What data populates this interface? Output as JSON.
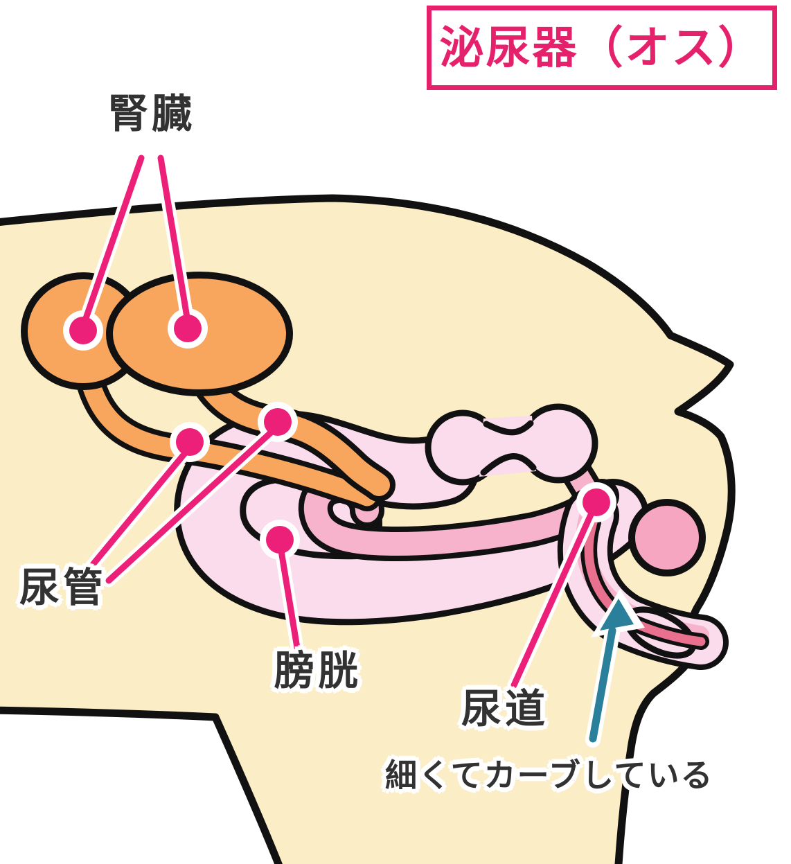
{
  "title": {
    "text": "泌尿器（オス）"
  },
  "labels": {
    "kidney": "腎臓",
    "ureter": "尿管",
    "bladder": "膀胱",
    "urethra": "尿道",
    "urethra_note": "細くてカーブしている"
  },
  "colors": {
    "outline": "#111111",
    "body_cream": "#fbedc6",
    "kidney_orange": "#f8a55e",
    "organ_light_pink": "#fadcec",
    "tube_pink": "#f7b3cb",
    "core_rose": "#e9718f",
    "testis_pink": "#f7a6c1",
    "callout_magenta": "#ed2079",
    "arrow_teal": "#2a7f9b",
    "title_pink": "#e6216b",
    "label_ink": "#323232"
  },
  "icons": {
    "callout_dot": "magenta-dot-with-white-ring",
    "note_arrow": "teal-up-arrow"
  }
}
